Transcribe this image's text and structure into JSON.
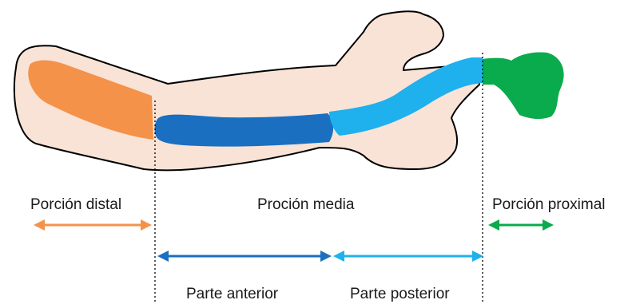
{
  "labels": {
    "distal": "Porción distal",
    "middle": "Proción media",
    "proximal": "Porción proximal",
    "anterior": "Parte anterior",
    "posterior": "Parte posterior"
  },
  "colors": {
    "body": "#f9e3d6",
    "outline": "#000000",
    "distal": "#f4924a",
    "anterior": "#1a6fc1",
    "posterior": "#1fb0ee",
    "proximal": "#0aab4c",
    "text": "#1a1a1a"
  }
}
